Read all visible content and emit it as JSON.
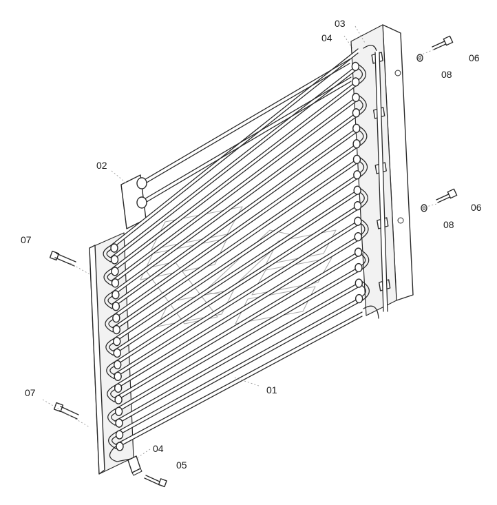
{
  "diagram": {
    "callouts": [
      {
        "id": "c01",
        "text": "01"
      },
      {
        "id": "c02",
        "text": "02"
      },
      {
        "id": "c03",
        "text": "03"
      },
      {
        "id": "c04a",
        "text": "04"
      },
      {
        "id": "c04b",
        "text": "04"
      },
      {
        "id": "c05",
        "text": "05"
      },
      {
        "id": "c06a",
        "text": "06"
      },
      {
        "id": "c06b",
        "text": "06"
      },
      {
        "id": "c07a",
        "text": "07"
      },
      {
        "id": "c07b",
        "text": "07"
      },
      {
        "id": "c08a",
        "text": "08"
      },
      {
        "id": "c08b",
        "text": "08"
      }
    ]
  }
}
